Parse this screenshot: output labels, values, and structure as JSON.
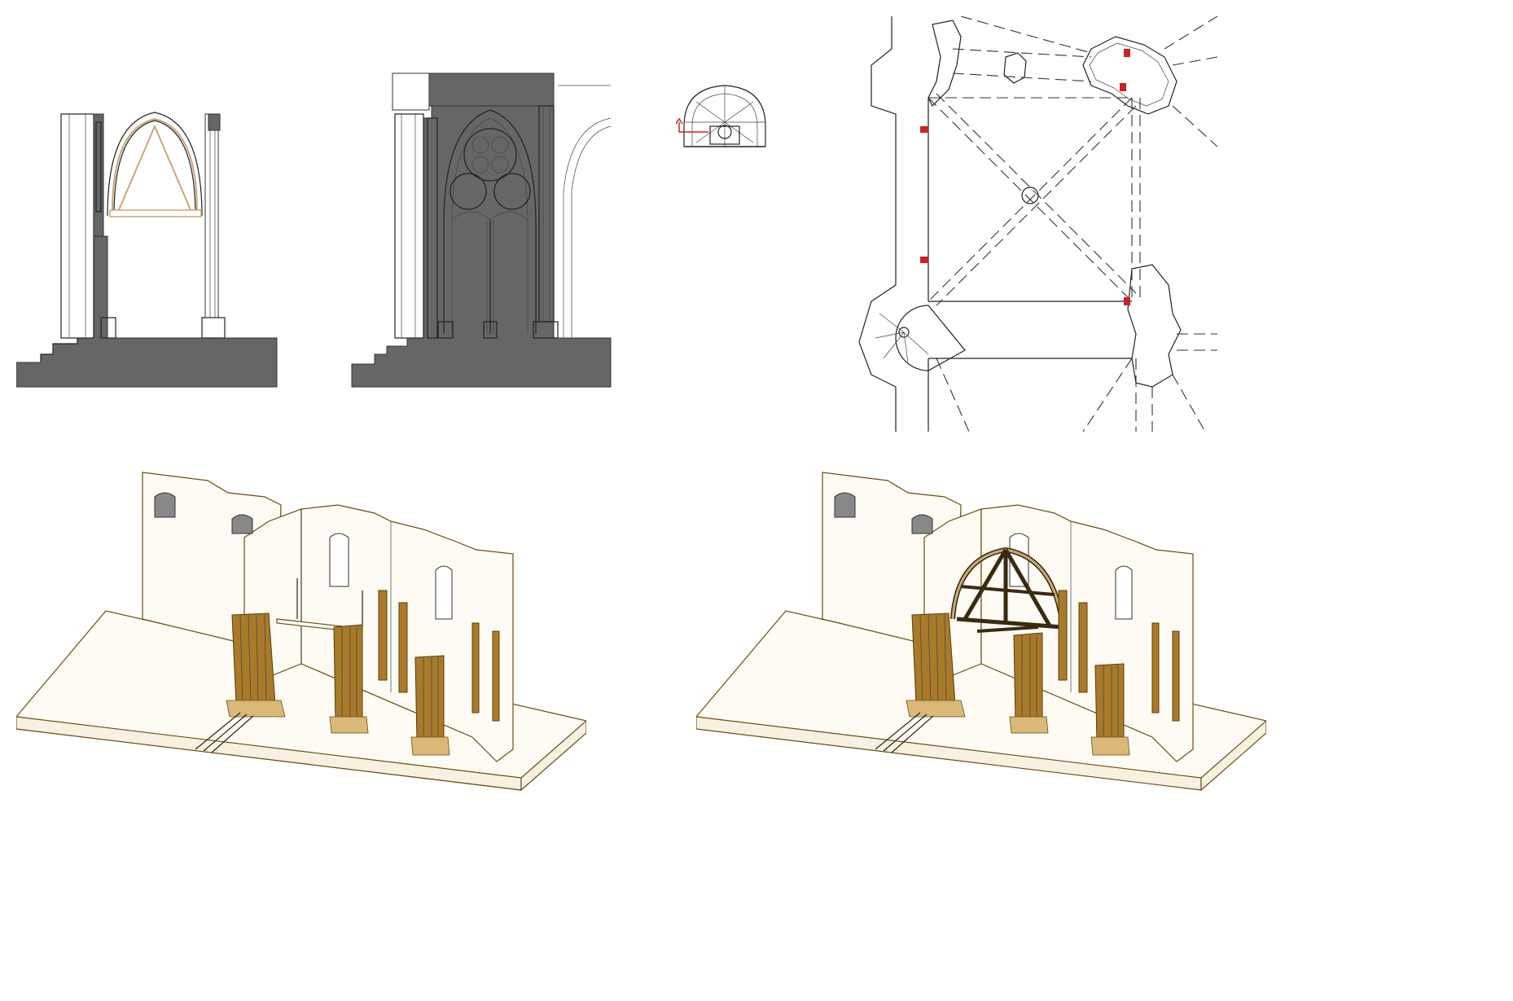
{
  "figure": {
    "panels": [
      {
        "id": "section-a",
        "kind": "elevation",
        "description_name": "chapel-section-with-centering"
      },
      {
        "id": "section-b",
        "kind": "elevation",
        "description_name": "chapel-section-with-tracery-window"
      },
      {
        "id": "key-plan",
        "kind": "plan-thumbnail"
      },
      {
        "id": "floor-plan",
        "kind": "plan"
      },
      {
        "id": "axonometric-a",
        "kind": "axonometric"
      },
      {
        "id": "axonometric-b",
        "kind": "axonometric-with-timber-centering"
      }
    ],
    "colors": {
      "section_cut": "#666666",
      "line_work": "#222222",
      "model_outline": "#6b4e12",
      "column_fill": "#a87a2a",
      "marker_red": "#cc2222",
      "centering_timber": "#c8a878"
    }
  }
}
